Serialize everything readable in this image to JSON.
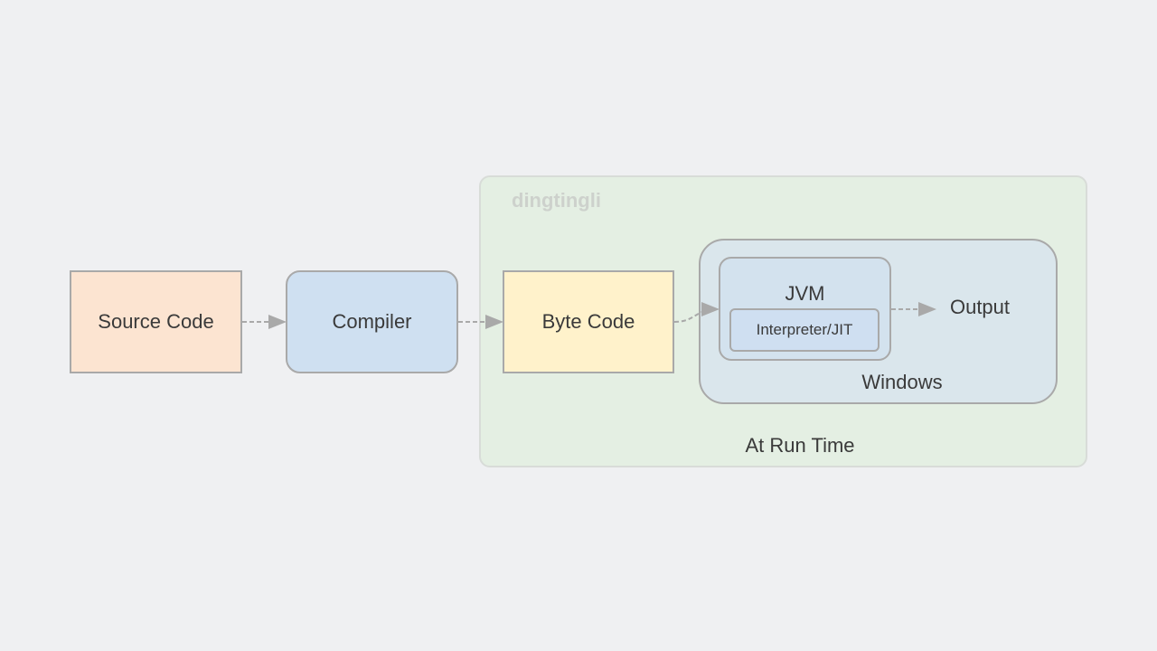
{
  "watermark": "dingtingli",
  "nodes": {
    "source_code": "Source Code",
    "compiler": "Compiler",
    "byte_code": "Byte Code",
    "jvm": "JVM",
    "interpreter": "Interpreter/JIT",
    "output": "Output"
  },
  "groups": {
    "runtime": "At Run Time",
    "windows": "Windows"
  },
  "colors": {
    "background": "#eff0f2",
    "source_code_fill": "#fce4d1",
    "compiler_fill": "#cfe0f1",
    "byte_code_fill": "#fff2cb",
    "runtime_fill": "#e4efe3",
    "windows_fill": "#dae6ec",
    "jvm_fill": "#d3e2ee",
    "border": "#a9a9a9",
    "arrow": "#a9a9a9"
  }
}
